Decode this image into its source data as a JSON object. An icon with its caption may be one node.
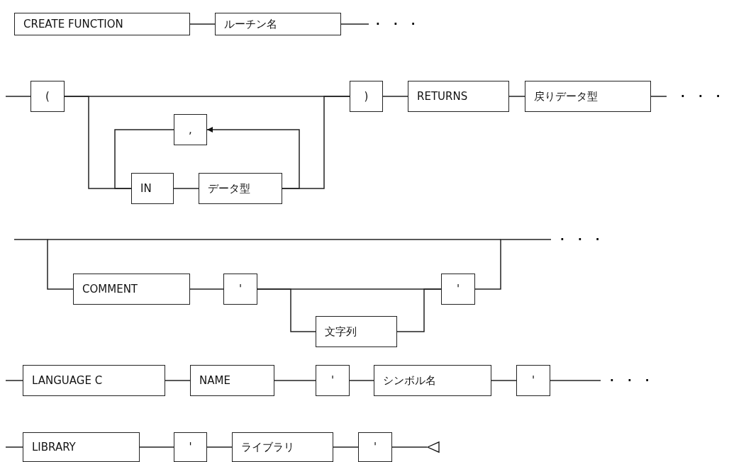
{
  "diagram": {
    "nodes": [
      {
        "text": [
          "CREATE FUNCTION"
        ]
      },
      {
        "text": [
          "ルーチン名"
        ]
      },
      {
        "text": [
          "("
        ]
      },
      {
        "text": [
          ","
        ]
      },
      {
        "text": [
          "IN"
        ]
      },
      {
        "text": [
          "データ型"
        ]
      },
      {
        "text": [
          ")"
        ]
      },
      {
        "text": [
          "RETURNS"
        ]
      },
      {
        "text": [
          "戻りデータ型"
        ]
      },
      {
        "text": [
          "COMMENT"
        ]
      },
      {
        "text": [
          "'"
        ]
      },
      {
        "text": [
          "文字列"
        ]
      },
      {
        "text": [
          "'"
        ]
      },
      {
        "text": [
          "LANGUAGE C"
        ]
      },
      {
        "text": [
          "NAME"
        ]
      },
      {
        "text": [
          "'"
        ]
      },
      {
        "text": [
          "シンボル名"
        ]
      },
      {
        "text": [
          "'"
        ]
      },
      {
        "text": [
          "LIBRARY"
        ]
      },
      {
        "text": [
          "'"
        ]
      },
      {
        "text": [
          "ライブラリ"
        ]
      },
      {
        "text": [
          "'"
        ]
      },
      {
        "text": [],
        "shape": "triangle"
      }
    ],
    "edges": [
      {
        "from": 0,
        "to": 1,
        "arrow": "none"
      },
      {
        "from": 1,
        "to": null,
        "arrow": "none"
      },
      {
        "from": null,
        "to": 2,
        "arrow": "none"
      },
      {
        "from": 2,
        "to": 6,
        "arrow": "none"
      },
      {
        "from": 2,
        "to": 4,
        "arrow": "none"
      },
      {
        "from": 4,
        "to": 5,
        "arrow": "none"
      },
      {
        "from": 5,
        "to": 6,
        "arrow": "none"
      },
      {
        "from": 5,
        "to": 3,
        "arrow": "to"
      },
      {
        "from": 3,
        "to": 4,
        "arrow": "none"
      },
      {
        "from": 6,
        "to": 7,
        "arrow": "none"
      },
      {
        "from": 7,
        "to": 8,
        "arrow": "none"
      },
      {
        "from": 8,
        "to": null,
        "arrow": "none"
      },
      {
        "from": null,
        "to": 9,
        "arrow": "none"
      },
      {
        "from": 9,
        "to": 10,
        "arrow": "none"
      },
      {
        "from": 10,
        "to": 12,
        "arrow": "none"
      },
      {
        "from": 10,
        "to": 11,
        "arrow": "none"
      },
      {
        "from": 11,
        "to": 12,
        "arrow": "none"
      },
      {
        "from": 12,
        "to": null,
        "arrow": "none"
      },
      {
        "from": null,
        "to": 13,
        "arrow": "none"
      },
      {
        "from": 13,
        "to": 14,
        "arrow": "none"
      },
      {
        "from": 14,
        "to": 15,
        "arrow": "none"
      },
      {
        "from": 15,
        "to": 16,
        "arrow": "none"
      },
      {
        "from": 16,
        "to": 17,
        "arrow": "none"
      },
      {
        "from": 17,
        "to": null,
        "arrow": "none"
      },
      {
        "from": null,
        "to": 18,
        "arrow": "none"
      },
      {
        "from": 18,
        "to": 19,
        "arrow": "none"
      },
      {
        "from": 19,
        "to": 20,
        "arrow": "none"
      },
      {
        "from": 20,
        "to": 21,
        "arrow": "none"
      },
      {
        "from": 21,
        "to": 22,
        "arrow": "none"
      }
    ],
    "labels": [
      "· · ·",
      "· · ·",
      "· · ·",
      "· · ·"
    ]
  }
}
